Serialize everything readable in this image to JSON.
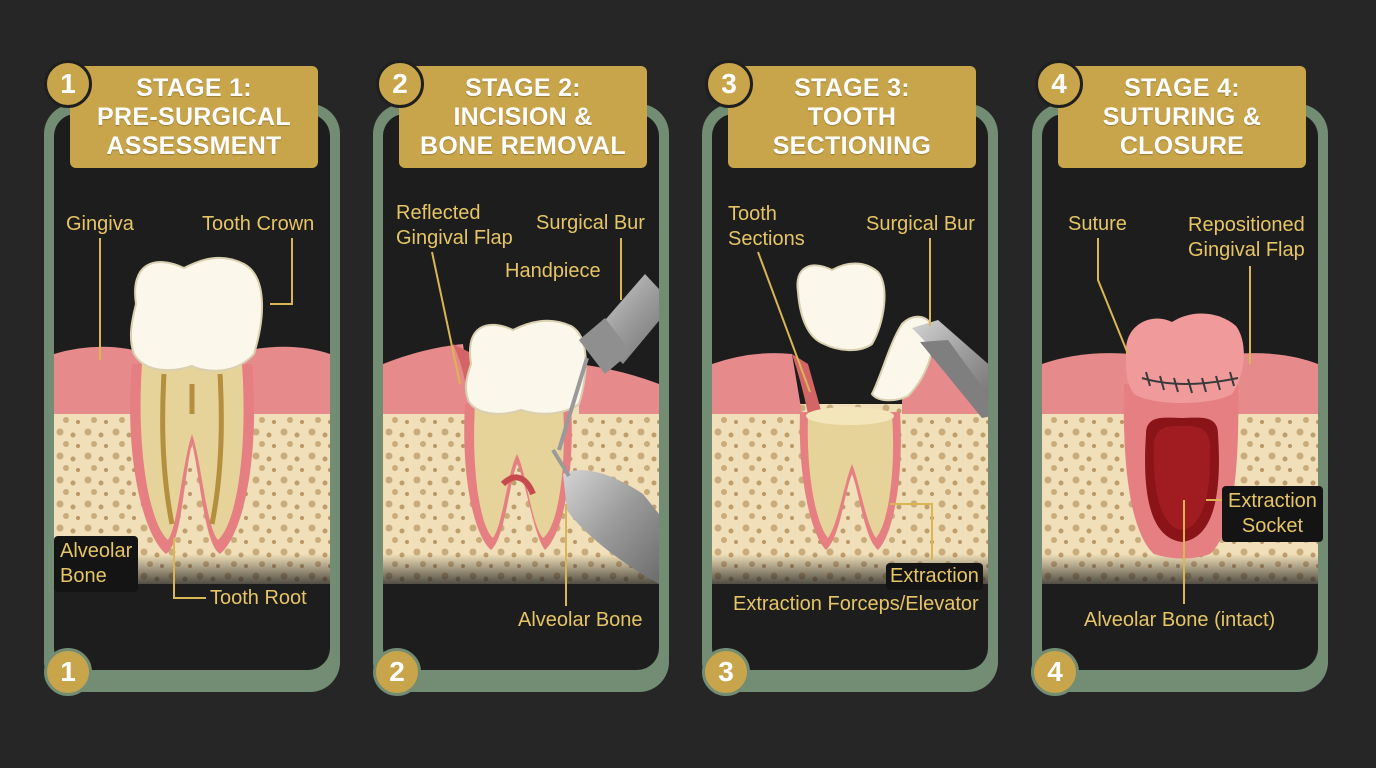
{
  "stages": [
    {
      "number": "1",
      "title_line1": "STAGE 1:",
      "title_line2": "PRE-SURGICAL",
      "title_line3": "ASSESSMENT",
      "labels": {
        "gingiva": "Gingiva",
        "tooth_crown": "Tooth Crown",
        "alveolar_bone_l1": "Alveolar",
        "alveolar_bone_l2": "Bone",
        "tooth_root": "Tooth Root"
      }
    },
    {
      "number": "2",
      "title_line1": "STAGE 2:",
      "title_line2": "INCISION &",
      "title_line3": "BONE REMOVAL",
      "labels": {
        "reflected_flap_l1": "Reflected",
        "reflected_flap_l2": "Gingival Flap",
        "surgical_bur": "Surgical Bur",
        "handpiece": "Handpiece",
        "alveolar_bone": "Alveolar Bone"
      }
    },
    {
      "number": "3",
      "title_line1": "STAGE 3:",
      "title_line2": "TOOTH",
      "title_line3": "SECTIONING",
      "labels": {
        "tooth_sections_l1": "Tooth",
        "tooth_sections_l2": "Sections",
        "surgical_bur": "Surgical Bur",
        "extraction": "Extraction",
        "forceps": "Extraction Forceps/Elevator"
      }
    },
    {
      "number": "4",
      "title_line1": "STAGE 4:",
      "title_line2": "SUTURING &",
      "title_line3": "CLOSURE",
      "labels": {
        "suture": "Suture",
        "repositioned_flap_l1": "Repositioned",
        "repositioned_flap_l2": "Gingival Flap",
        "extraction_socket_l1": "Extraction",
        "extraction_socket_l2": "Socket",
        "alveolar_bone_intact": "Alveolar Bone (intact)"
      }
    }
  ]
}
